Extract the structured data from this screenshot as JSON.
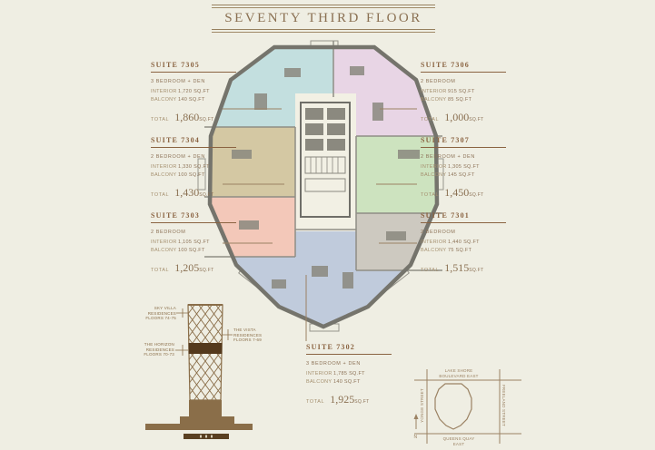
{
  "page": {
    "title": "SEVENTY THIRD FLOOR",
    "background": "#efeee3",
    "accent": "#9b8263",
    "wall_color": "#75746c",
    "floor_color": "#f2f0e4"
  },
  "labels": {
    "interior": "INTERIOR",
    "balcony": "BALCONY",
    "total": "TOTAL",
    "sqft": "SQ.FT"
  },
  "suites": [
    {
      "name": "SUITE 7305",
      "type": "3 BEDROOM + DEN",
      "interior": "1,720 SQ.FT",
      "balcony": "140 SQ.FT",
      "total": "1,860",
      "total_unit": "SQ.FT",
      "color": "#c3dfdf"
    },
    {
      "name": "SUITE 7306",
      "type": "2 BEDROOM",
      "interior": "915 SQ.FT",
      "balcony": "85 SQ.FT",
      "total": "1,000",
      "total_unit": "SQ.FT",
      "color": "#e8d5e5"
    },
    {
      "name": "SUITE 7304",
      "type": "2 BEDROOM + DEN",
      "interior": "1,330 SQ.FT",
      "balcony": "100 SQ.FT",
      "total": "1,430",
      "total_unit": "SQ.FT",
      "color": "#d4c8a3"
    },
    {
      "name": "SUITE 7307",
      "type": "2 BEDROOM + DEN",
      "interior": "1,305 SQ.FT",
      "balcony": "145 SQ.FT",
      "total": "1,450",
      "total_unit": "SQ.FT",
      "color": "#cde3bf"
    },
    {
      "name": "SUITE 7303",
      "type": "2 BEDROOM",
      "interior": "1,105 SQ.FT",
      "balcony": "100 SQ.FT",
      "total": "1,205",
      "total_unit": "SQ.FT",
      "color": "#f3c8b9"
    },
    {
      "name": "SUITE 7301",
      "type": "2 BEDROOM",
      "interior": "1,440 SQ.FT",
      "balcony": "75 SQ.FT",
      "total": "1,515",
      "total_unit": "SQ.FT",
      "color": "#cdc9c0"
    },
    {
      "name": "SUITE 7302",
      "type": "3 BEDROOM + DEN",
      "interior": "1,785 SQ.FT",
      "balcony": "140 SQ.FT",
      "total": "1,925",
      "total_unit": "SQ.FT",
      "color": "#c0cbdc"
    }
  ],
  "tower_diagram": {
    "upper_label": [
      "SKY VILLA",
      "RESIDENCES",
      "FLOORS 74-75"
    ],
    "highlight_label": [
      "THE HORIZON",
      "RESIDENCES",
      "FLOORS 70-73"
    ],
    "lower_label": [
      "THE VISTA",
      "RESIDENCES",
      "FLOORS 7-69"
    ]
  },
  "key_plan": {
    "street_top": [
      "LAKE SHORE",
      "BOULEVARD EAST"
    ],
    "street_bottom": [
      "QUEENS QUAY",
      "EAST"
    ],
    "street_left": "YONGE STREET",
    "street_right": "FREELAND STREET",
    "north_label": "N"
  }
}
